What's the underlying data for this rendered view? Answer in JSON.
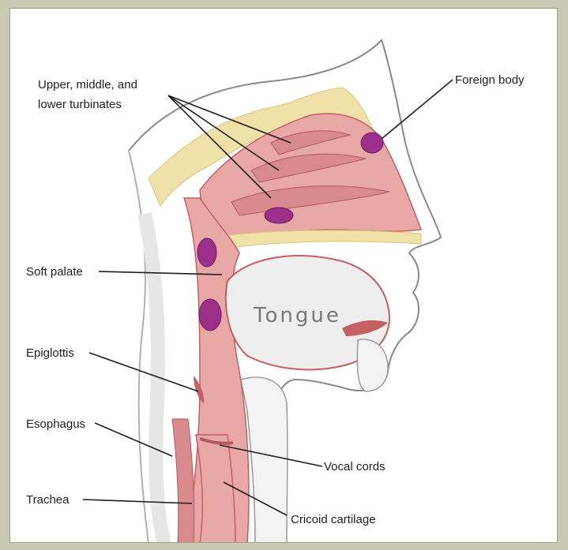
{
  "labels": {
    "turbinates_line1": "Upper, middle, and",
    "turbinates_line2": "lower turbinates",
    "foreign_body": "Foreign body",
    "soft_palate": "Soft palate",
    "tongue": "Tongue",
    "epiglottis": "Epiglottis",
    "esophagus": "Esophagus",
    "vocal_cords": "Vocal cords",
    "trachea": "Trachea",
    "cricoid": "Cricoid cartilage"
  },
  "colors": {
    "frame": "#c7c9b3",
    "tissue": "#e8a8a6",
    "tissue_dark": "#c45f63",
    "bone": "#efe1a7",
    "foreign_body": "#9c2f8a",
    "skin_outline": "#8a8a8a"
  }
}
